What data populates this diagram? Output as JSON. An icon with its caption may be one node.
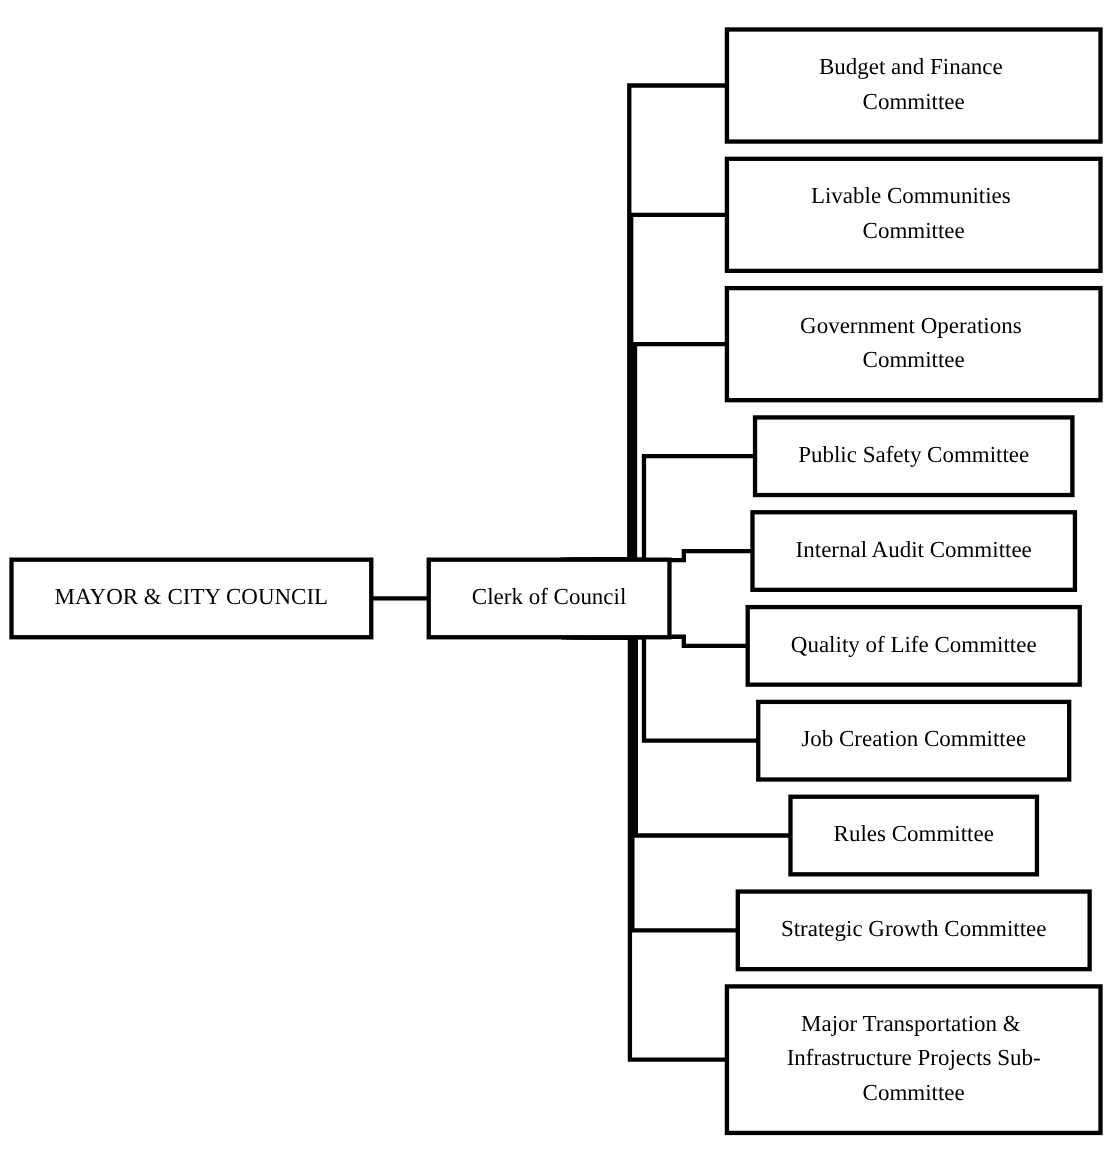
{
  "diagram": {
    "nodes": [
      {
        "text": [
          "MAYOR & CITY COUNCIL"
        ]
      },
      {
        "text": [
          "Clerk of Council"
        ]
      },
      {
        "text": [
          "Budget and Finance Committee"
        ]
      },
      {
        "text": [
          "Livable Communities Committee"
        ]
      },
      {
        "text": [
          "Government Operations Committee"
        ]
      },
      {
        "text": [
          "Public Safety Committee"
        ]
      },
      {
        "text": [
          "Internal Audit Committee"
        ]
      },
      {
        "text": [
          "Quality of Life Committee"
        ]
      },
      {
        "text": [
          "Job Creation Committee"
        ]
      },
      {
        "text": [
          "Rules Committee"
        ]
      },
      {
        "text": [
          "Strategic Growth Committee"
        ]
      },
      {
        "text": [
          "Major Transportation & Infrastructure Projects Sub-Committee"
        ]
      }
    ],
    "edges": [
      {
        "from": 0,
        "to": 1,
        "arrow": "none"
      },
      {
        "from": 1,
        "to": 2,
        "arrow": "none"
      },
      {
        "from": 1,
        "to": 3,
        "arrow": "none"
      },
      {
        "from": 1,
        "to": 4,
        "arrow": "none"
      },
      {
        "from": 1,
        "to": 5,
        "arrow": "none"
      },
      {
        "from": 1,
        "to": 6,
        "arrow": "none"
      },
      {
        "from": 1,
        "to": 7,
        "arrow": "none"
      },
      {
        "from": 1,
        "to": 8,
        "arrow": "none"
      },
      {
        "from": 1,
        "to": 9,
        "arrow": "none"
      },
      {
        "from": 1,
        "to": 10,
        "arrow": "none"
      },
      {
        "from": 1,
        "to": 11,
        "arrow": "none"
      }
    ]
  }
}
